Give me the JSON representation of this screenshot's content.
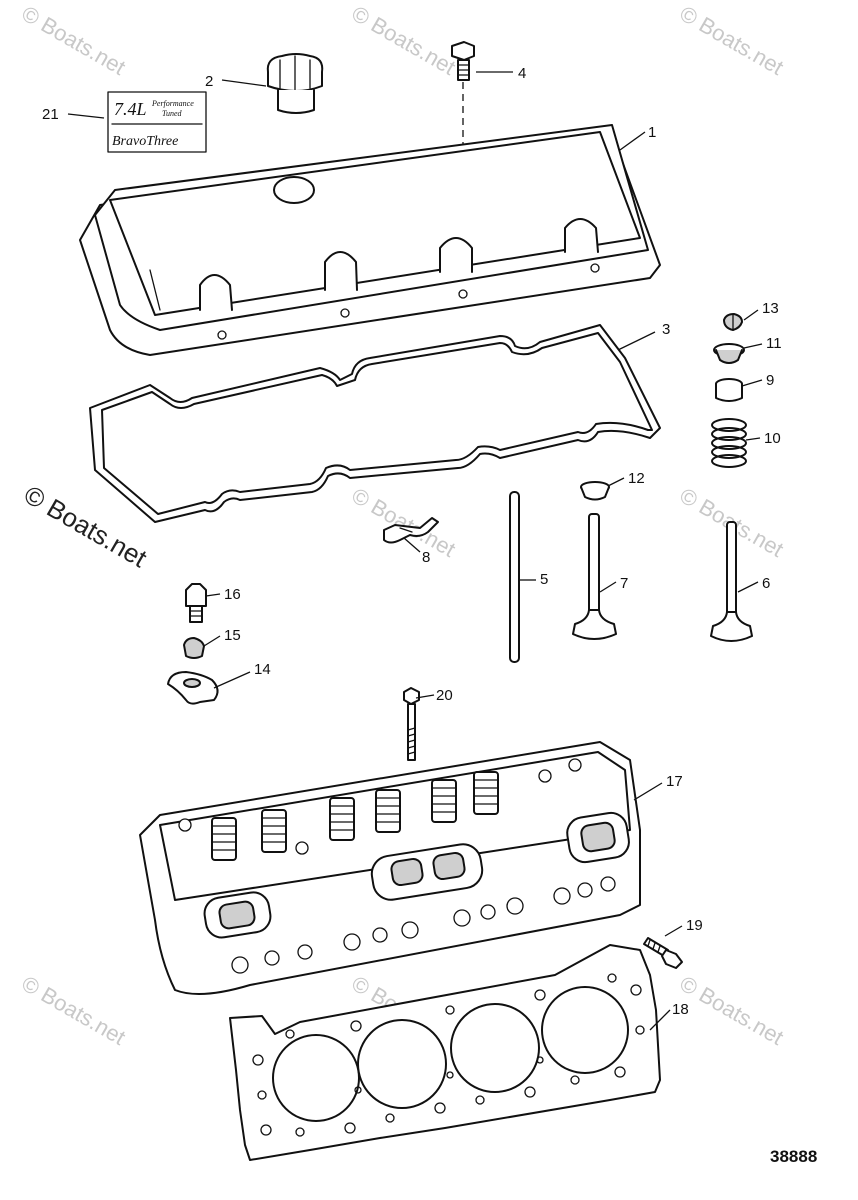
{
  "watermark": {
    "text": "© Boats.net"
  },
  "figure_number": "38888",
  "decal": {
    "line1": "7.4L",
    "line2": "Performance",
    "line3": "Tuned",
    "line4": "BravoThree"
  },
  "callouts": [
    "1",
    "2",
    "3",
    "4",
    "5",
    "6",
    "7",
    "8",
    "9",
    "10",
    "11",
    "12",
    "13",
    "14",
    "15",
    "16",
    "17",
    "18",
    "19",
    "20",
    "21"
  ]
}
